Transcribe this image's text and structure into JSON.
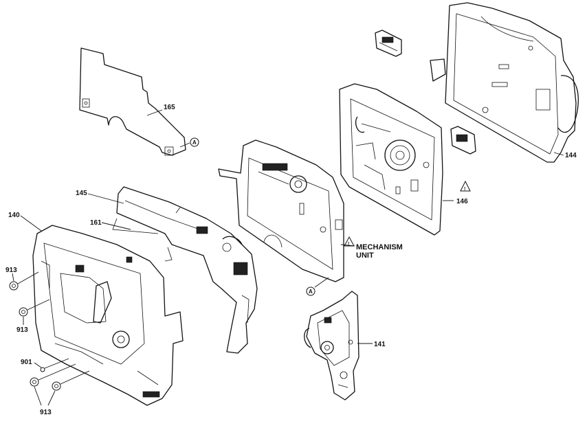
{
  "labels": {
    "p165": "165",
    "p144": "144",
    "p146": "146",
    "p145": "145",
    "p140": "140",
    "p161": "161",
    "p913a": "913",
    "p913b": "913",
    "p913c": "913",
    "p901": "901",
    "p141": "141",
    "mechanism_line1": "MECHANISM",
    "mechanism_line2": "UNIT",
    "ref_a1": "A",
    "ref_a2": "A"
  },
  "warning_mark": "!"
}
